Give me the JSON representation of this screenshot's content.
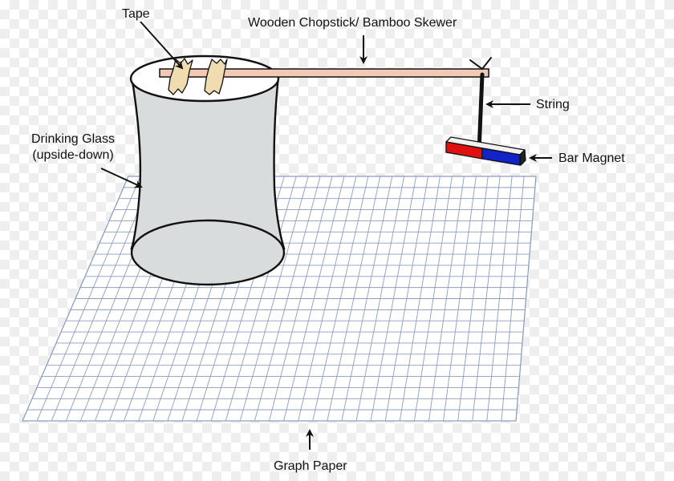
{
  "labels": {
    "tape": "Tape",
    "chopstick": "Wooden Chopstick/ Bamboo Skewer",
    "string": "String",
    "glass_line1": "Drinking Glass",
    "glass_line2": "(upside-down)",
    "magnet": "Bar Magnet",
    "graph_paper": "Graph Paper"
  },
  "colors": {
    "grid": "#8a9ec0",
    "glass_fill": "#d9dcdc",
    "chopstick": "#f2c9b3",
    "tape": "#efdcb1",
    "magnet_north": "#e01010",
    "magnet_south": "#1024c8",
    "string": "#111111"
  }
}
